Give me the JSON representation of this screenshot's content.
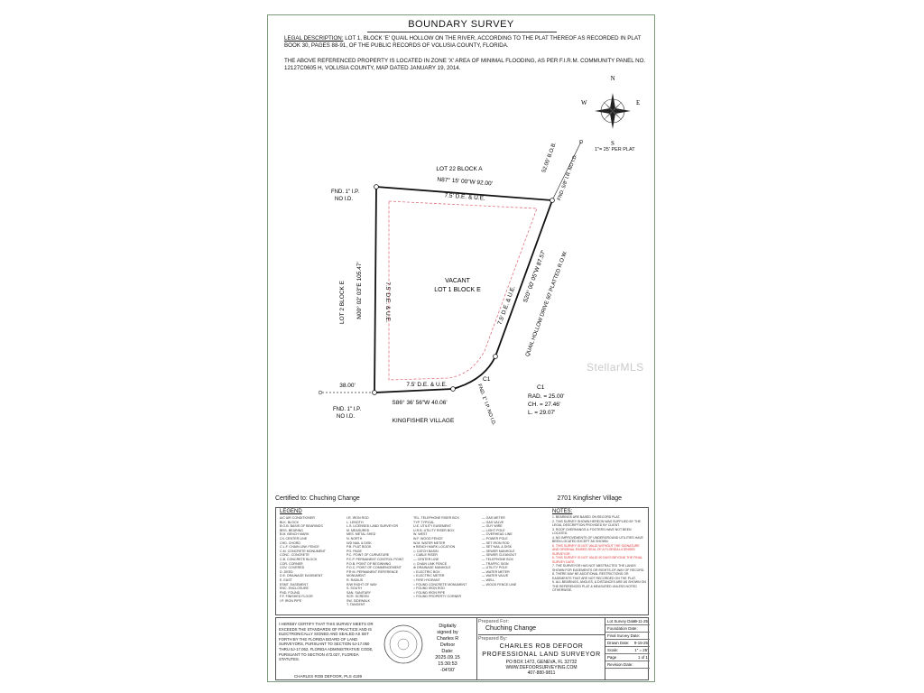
{
  "header": {
    "title": "BOUNDARY SURVEY",
    "legal_label": "LEGAL DESCRIPTION:",
    "legal_text": "LOT 1, BLOCK 'E' QUAIL HOLLOW ON THE RIVER, ACCORDING TO THE PLAT THEREOF AS RECORDED IN PLAT BOOK 30, PAGES 88-91, OF THE PUBLIC RECORDS OF VOLUSIA COUNTY, FLORIDA.",
    "flood_text": "THE ABOVE REFERENCED PROPERTY IS LOCATED IN ZONE 'X' AREA OF MINIMAL FLOODING, AS PER F.I.R.M. COMMUNITY PANEL NO. 12127C0605 H, VOLUSIA COUNTY, MAP DATED JANUARY 19, 2014."
  },
  "compass": {
    "n": "N",
    "s": "S",
    "e": "E",
    "w": "W"
  },
  "scale": "1\"= 25' PER PLAT",
  "plat": {
    "north_lot": "LOT 22 BLOCK A",
    "north_bearing": "N87° 15' 00\"W  92.00'",
    "north_easement": "7.5' D.E. & U.E.",
    "nw_corner_1": "FND. 1\" I.P.",
    "nw_corner_2": "NO I.D.",
    "west_lot": "LOT 2 BLOCK E",
    "west_bearing": "N00° 02' 03\"E  105.47'",
    "west_easement": "7.5' D.E. & U.E.",
    "center_1": "VACANT",
    "center_2": "LOT 1 BLOCK E",
    "east_easement": "7.5' D.E. & U.E.",
    "east_bearing": "S20° 00' 05\"W  87.57'",
    "road": "QUAIL HOLLOW DRIVE 60' PLATTED R.O.W.",
    "ne_dim": "52.00' B.O.B.",
    "ne_corner": "FND. 5/8\" I.R. NO I.D.",
    "south_easement": "7.5' D.E. & U.E.",
    "south_bearing": "S86° 36' 56\"W  40.06'",
    "south_dim": "38.00'",
    "sw_corner_1": "FND. 1\" I.P.",
    "sw_corner_2": "NO I.D.",
    "south_area": "KINGFISHER VILLAGE",
    "c1_label": "C1",
    "se_corner": "FND. 1\" I.P. NO I.D.",
    "curve_title": "C1",
    "curve_rad": "RAD. = 25.00'",
    "curve_ch": "CH. = 27.46'",
    "curve_l": "L. = 29.07'"
  },
  "certified": {
    "label": "Certified to: Chuching Change",
    "address": "2701 Kingfisher Village"
  },
  "legend": {
    "title": "LEGEND",
    "col1": [
      "A/C  AIR CONDITIONER",
      "BLK. BLOCK",
      "B.O.B. BASIS OF BEARINGS",
      "BRG. BEARING",
      "B.M. BENCH MARK",
      "C/L CENTER LINE",
      "CHD. CHORD",
      "C.L.F. CHAIN LINK FENCE",
      "C.M. CONCRETE MONUMENT",
      "CONC. CONCRETE",
      "C.B. CONCRETE BLOCK",
      "COR. CORNER",
      "COV. COVERED",
      "D. DEED",
      "D.E. DRAINAGE EASEMENT",
      "E. EAST",
      "ESMT. EASEMENT",
      "ENC. ENCLOSURE",
      "FND. FOUND",
      "F.F. FINISHED FLOOR",
      "I.P. IRON PIPE"
    ],
    "col2": [
      "I.R. IRON ROD",
      "L. LENGTH",
      "L.S. LICENSED LAND SURVEYOR",
      "M. MEASURED",
      "MES. METAL SHED",
      "N. NORTH",
      "N/D NAIL & DISK",
      "P.B. PLAT BOOK",
      "PG. PAGE",
      "P.C. POINT OF CURVATURE",
      "P.C.P. PERMANENT CONTROL POINT",
      "P.O.B. POINT OF BEGINNING",
      "P.O.C. POINT OF COMMENCEMENT",
      "P.R.M. PERMANENT REFERENCE MONUMENT",
      "R. RADIUS",
      "R/W RIGHT OF WAY",
      "S. SOUTH",
      "SAN. SANITARY",
      "SCR. SCREEN",
      "SW. SIDEWALK",
      "T. TANGENT"
    ],
    "col3": [
      "TEL. TELEPHONE RISER BOX",
      "TYP. TYPICAL",
      "U.E. UTILITY EASEMENT",
      "U.R.B. UTILITY RISER BOX",
      "W. WEST",
      "W.F. WOOD FENCE",
      "W.M. WATER METER",
      "● BENCH MARK LOCATION",
      "◇ CATCH BASIN",
      "○ CABLE RISER",
      "— CENTER LINE",
      "◇ CHAIN LINK FENCE",
      "⊕ DRAINAGE MANHOLE",
      "○ ELECTRIC BOX",
      "○ ELECTRIC METER",
      "○ FIRE HYDRANT",
      "○ FOUND CONCRETE MONUMENT",
      "○ FOUND IRON ROD",
      "○ FOUND IRON PIPE",
      "○ FOUND PROPERTY CORNER"
    ],
    "col4": [
      "— GAS METER",
      "— GAS VALVE",
      "— GUY WIRE",
      "— LIGHT POLE",
      "— OVERHEAD LINE",
      "— POWER POLE",
      "— SET IRON ROD",
      "— SET NAIL & DISK",
      "— SEWER MANHOLE",
      "— SEWER CLEANOUT",
      "— TELEPHONE BOX",
      "— TRAFFIC SIGN",
      "— UTILITY POLE",
      "— WATER METER",
      "— WATER VALVE",
      "— WELL",
      "— WOOD FENCE LINE"
    ]
  },
  "notes": {
    "title": "NOTES:",
    "items": [
      "1. BEARINGS ARE BASED ON RECORD PLAT.",
      "2. THIS SURVEY SHOWN HEREON WAS SUPPLIED BY THE LEGAL DESCRIPTION PROVIDED BY CLIENT.",
      "3. ROOF OVERHANGS & FOOTERS HAVE NOT BEEN LOCATED.",
      "4. NO IMPROVEMENTS OF UNDERGROUND UTILITIES HAVE BEEN LOCATED EXCEPT AS SHOWN.",
      "5. THIS SURVEY IS NOT VALID WITHOUT THE SIGNATURE AND ORIGINAL RAISED SEAL OF A FLORIDA LICENSED SURVEYOR.",
      "6. THIS SURVEY IS NOT VALID 90 DAYS BEYOND THE FINAL SURVEY DATE.",
      "7. THE SURVEYOR HAS NOT ABSTRACTED THE LANDS SHOWN FOR EASEMENTS OR RIGHTS-OF-WAY OF RECORD.",
      "8. THERE MAY BE ADDITIONAL RESTRICTIONS OR EASEMENTS THAT ARE NOT RECORDED ON THE PLAT.",
      "9. ALL BEARINGS, ANGLES, & DISTANCES ARE AS SHOWN ON THE REFERENCED PLAT & MEASURED UNLESS NOTED OTHERWISE."
    ]
  },
  "certification": {
    "text": "I HEREBY CERTIFY THAT THIS SURVEY MEETS OR EXCEEDS THE STANDARDS OF PRACTICE AND IS ELECTRONICALLY SIGNED AND SEALED AS SET FORTH BY THE FLORIDA BOARD OF LAND SURVEYORS, PURSUANT TO SECTION 5J-17.050 THRU 5J-17.052, FLORIDA ADMINISTRATIVE CODE, PURSUANT TO SECTION 472.027, FLORIDA STATUTES.",
    "signer": "CHARLES ROB DEFOOR, PLS 4189"
  },
  "digital": [
    "Digitally",
    "signed by",
    "Charles R",
    "Defoor",
    "Date:",
    "2025.09.15",
    "15:30:53",
    "-04'00'"
  ],
  "prepared": {
    "for_label": "Prepared For:",
    "for_name": "Chuching Change",
    "by_label": "Prepared By:",
    "firm_1": "CHARLES ROB DEFOOR",
    "firm_2": "PROFESSIONAL LAND SURVEYOR",
    "address": "PO BOX 1472, GENEVA, FL 32732",
    "website": "WWW.DEFOORSURVEYING.COM",
    "phone": "407-880-9811"
  },
  "dates": [
    {
      "label": "Lot Survey Date:",
      "value": "9-11-25"
    },
    {
      "label": "Foundation Date:",
      "value": ""
    },
    {
      "label": "Final Survey Date:",
      "value": ""
    },
    {
      "label": "Drawn Date:",
      "value": "9-15-25"
    },
    {
      "label": "Scale:",
      "value": "1\" = 25'"
    },
    {
      "label": "Page",
      "value": "1   of   1"
    },
    {
      "label": "Revision Date:",
      "value": ""
    }
  ],
  "watermark": "StellarMLS"
}
